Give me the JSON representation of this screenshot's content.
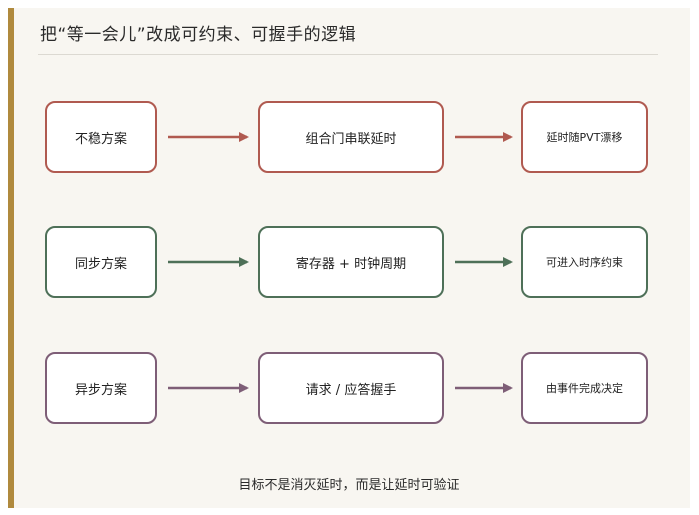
{
  "title": "把“等一会儿”改成可约束、可握手的逻辑",
  "rows": [
    {
      "left": "不稳方案",
      "middle": "组合门串联延时",
      "right": "延时随PVT漂移",
      "color": "#b05a50"
    },
    {
      "left": "同步方案",
      "middle": "寄存器 + 时钟周期",
      "right": "可进入时序约束",
      "color": "#4e7058"
    },
    {
      "left": "异步方案",
      "middle": "请求 / 应答握手",
      "right": "由事件完成决定",
      "color": "#7e5e77"
    }
  ],
  "note": "目标不是消灭延时，而是让延时可验证",
  "accent_color": "#b08a3e"
}
